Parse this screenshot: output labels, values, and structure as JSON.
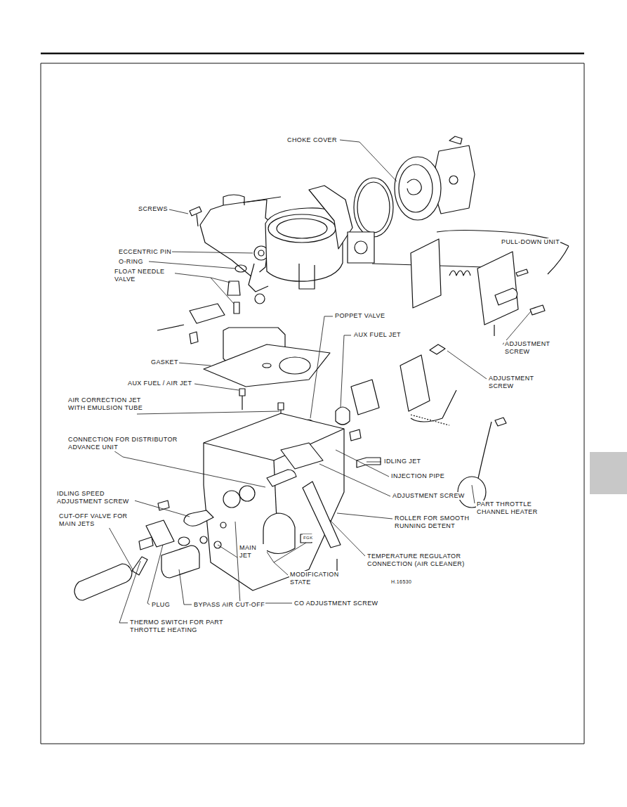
{
  "diagram": {
    "labels": [
      "CHOKE COVER",
      "SCREWS",
      "PULL-DOWN UNIT",
      "ECCENTRIC PIN",
      "O-RING",
      "FLOAT NEEDLE VALVE",
      "POPPET VALVE",
      "AUX FUEL JET",
      "ADJUSTMENT SCREW",
      "ADJUSTMENT SCREW",
      "GASKET",
      "AUX FUEL / AIR JET",
      "AIR CORRECTION JET WITH EMULSION TUBE",
      "CONNECTION FOR DISTRIBUTOR ADVANCE UNIT",
      "IDLING JET",
      "INJECTION PIPE",
      "ADJUSTMENT SCREW",
      "PART THROTTLE CHANNEL HEATER",
      "ROLLER FOR SMOOTH RUNNING DETENT",
      "IDLING SPEED ADJUSTMENT SCREW",
      "CUT-OFF VALVE FOR MAIN JETS",
      "TEMPERATURE REGULATOR CONNECTION (AIR CLEANER)",
      "MAIN JET",
      "MODIFICATION STATE",
      "FGK",
      "H.16530",
      "CO ADJUSTMENT SCREW",
      "PLUG",
      "BYPASS AIR CUT-OFF",
      "THERMO SWITCH FOR PART THROTTLE HEATING"
    ]
  }
}
